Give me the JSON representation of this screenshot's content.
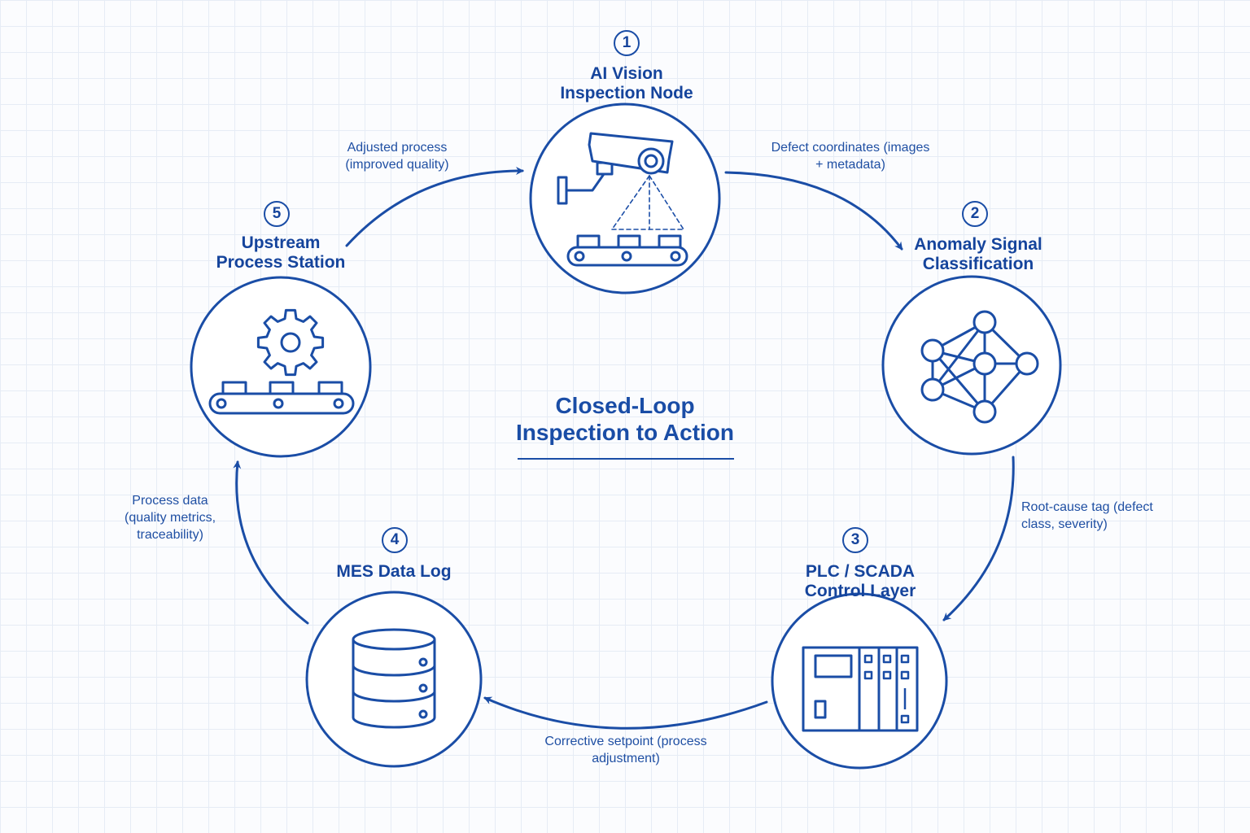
{
  "title": "Closed-Loop Inspection to Action",
  "nodes": [
    {
      "number": "1",
      "title": "AI Vision Inspection Node",
      "icon": "camera-over-conveyor-icon"
    },
    {
      "number": "2",
      "title": "Anomaly Signal Classification",
      "icon": "neural-network-icon"
    },
    {
      "number": "3",
      "title": "PLC / SCADA Control Layer",
      "icon": "plc-cabinet-icon"
    },
    {
      "number": "4",
      "title": "MES Data Log",
      "icon": "database-icon"
    },
    {
      "number": "5",
      "title": "Upstream Process Station",
      "icon": "gear-over-conveyor-icon"
    }
  ],
  "edges": [
    {
      "from": "1",
      "to": "2",
      "label": "Defect coordinates (images + metadata)"
    },
    {
      "from": "2",
      "to": "3",
      "label": "Root-cause tag (defect class, severity)"
    },
    {
      "from": "3",
      "to": "4",
      "label": "Corrective setpoint (process adjustment)"
    },
    {
      "from": "4",
      "to": "5",
      "label": "Process data (quality metrics, traceability)"
    },
    {
      "from": "5",
      "to": "1",
      "label": "Adjusted process (improved quality)"
    }
  ],
  "colors": {
    "primary": "#1a4da6",
    "background": "#fbfcfe",
    "grid": "#e6ecf5"
  }
}
